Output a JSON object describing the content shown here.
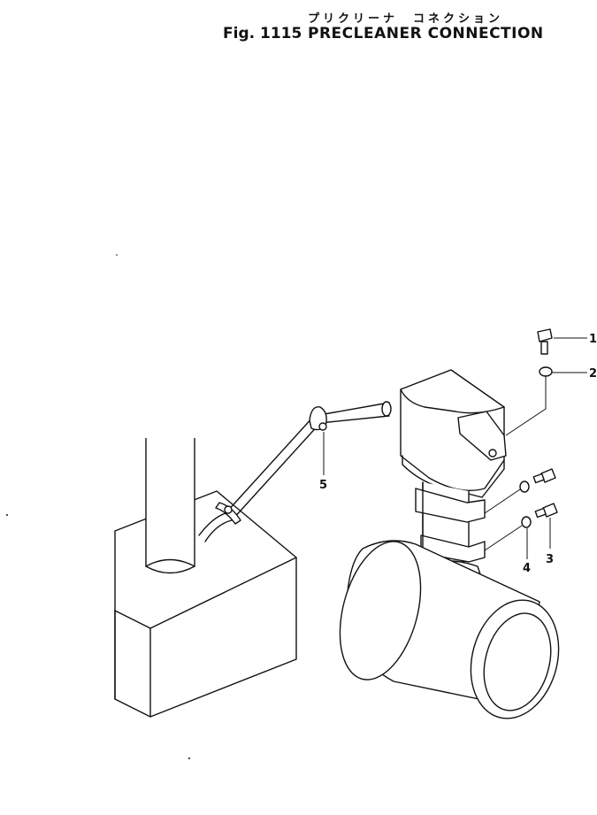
{
  "header": {
    "title_jp": "プリクリーナ　コネクション",
    "fig_number": "Fig. 1115",
    "title_en": "PRECLEANER CONNECTION"
  },
  "callouts": [
    {
      "id": "1",
      "label": "1"
    },
    {
      "id": "2",
      "label": "2"
    },
    {
      "id": "3",
      "label": "3"
    },
    {
      "id": "4",
      "label": "4"
    },
    {
      "id": "5",
      "label": "5"
    }
  ],
  "colors": {
    "ink": "#111111",
    "paper": "#ffffff"
  }
}
